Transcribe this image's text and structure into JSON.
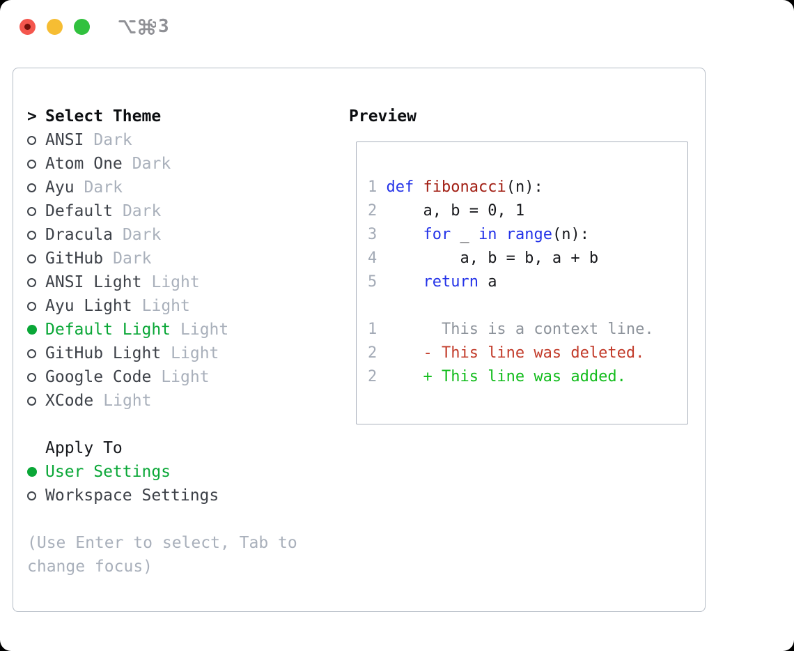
{
  "titlebar": {
    "shortcut": "⌥⌘3",
    "shortcut_number": "3",
    "traffic_lights": [
      "close",
      "minimize",
      "zoom"
    ]
  },
  "theme_panel": {
    "caret": ">",
    "title": "Select Theme",
    "themes": [
      {
        "name": "ANSI",
        "variant": "Dark",
        "selected": false
      },
      {
        "name": "Atom One",
        "variant": "Dark",
        "selected": false
      },
      {
        "name": "Ayu",
        "variant": "Dark",
        "selected": false
      },
      {
        "name": "Default",
        "variant": "Dark",
        "selected": false
      },
      {
        "name": "Dracula",
        "variant": "Dark",
        "selected": false
      },
      {
        "name": "GitHub",
        "variant": "Dark",
        "selected": false
      },
      {
        "name": "ANSI Light",
        "variant": "Light",
        "selected": false
      },
      {
        "name": "Ayu Light",
        "variant": "Light",
        "selected": false
      },
      {
        "name": "Default Light",
        "variant": "Light",
        "selected": true
      },
      {
        "name": "GitHub Light",
        "variant": "Light",
        "selected": false
      },
      {
        "name": "Google Code",
        "variant": "Light",
        "selected": false
      },
      {
        "name": "XCode",
        "variant": "Light",
        "selected": false
      }
    ],
    "apply_to": {
      "title": "Apply To",
      "options": [
        {
          "label": "User Settings",
          "selected": true
        },
        {
          "label": "Workspace Settings",
          "selected": false
        }
      ]
    },
    "hint_lines": [
      "(Use Enter to select, Tab to",
      "change focus)"
    ]
  },
  "preview": {
    "title": "Preview",
    "code_lines": [
      {
        "num": "1",
        "tokens": [
          {
            "c": "pl",
            "t": " "
          },
          {
            "c": "kw",
            "t": "def"
          },
          {
            "c": "pl",
            "t": " "
          },
          {
            "c": "fn",
            "t": "fibonacci"
          },
          {
            "c": "pl",
            "t": "(n):"
          }
        ]
      },
      {
        "num": "2",
        "tokens": [
          {
            "c": "pl",
            "t": "     a, b = 0, 1"
          }
        ]
      },
      {
        "num": "3",
        "tokens": [
          {
            "c": "pl",
            "t": "     "
          },
          {
            "c": "kw",
            "t": "for"
          },
          {
            "c": "pl",
            "t": " _ "
          },
          {
            "c": "kw",
            "t": "in"
          },
          {
            "c": "pl",
            "t": " "
          },
          {
            "c": "kw",
            "t": "range"
          },
          {
            "c": "pl",
            "t": "(n):"
          }
        ]
      },
      {
        "num": "4",
        "tokens": [
          {
            "c": "pl",
            "t": "         a, b = b, a + b"
          }
        ]
      },
      {
        "num": "5",
        "tokens": [
          {
            "c": "pl",
            "t": "     "
          },
          {
            "c": "kw",
            "t": "return"
          },
          {
            "c": "pl",
            "t": " a"
          }
        ]
      },
      {
        "num": "",
        "tokens": []
      },
      {
        "num": "1",
        "tokens": [
          {
            "c": "ctx",
            "t": "       This is a context line."
          }
        ]
      },
      {
        "num": "2",
        "tokens": [
          {
            "c": "del",
            "t": "     - This line was deleted."
          }
        ]
      },
      {
        "num": "2",
        "tokens": [
          {
            "c": "add",
            "t": "     + This line was added."
          }
        ]
      }
    ]
  },
  "colors": {
    "accent_green": "#0aa737",
    "diff_add": "#12bc1c",
    "diff_del": "#c23b2a",
    "keyword_blue": "#2433e8",
    "function_red": "#a11d12",
    "context_gray": "#8d939b",
    "muted_gray": "#a9b0bb",
    "item_gray": "#3d4148",
    "line_number_gray": "#a3aab6",
    "border_gray": "#b4bbc5",
    "box_border_gray": "#aab1bc",
    "shortcut_gray": "#8f9095",
    "traffic_red": "#f4564d",
    "traffic_yellow": "#f6bd33",
    "traffic_green": "#31c13e"
  }
}
